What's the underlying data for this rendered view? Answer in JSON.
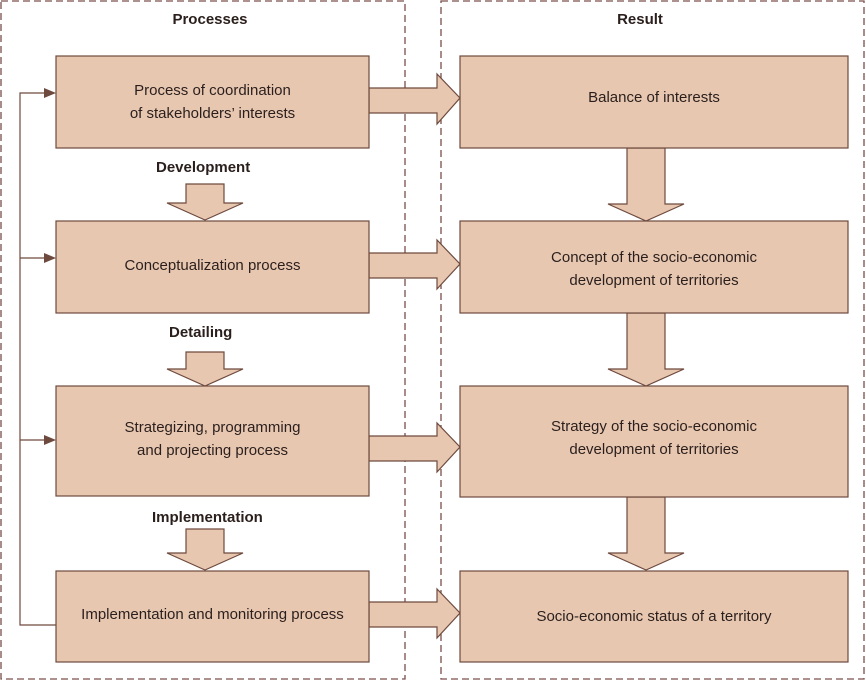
{
  "headers": {
    "processes": "Processes",
    "result": "Result"
  },
  "processes": [
    {
      "text": "Process of coordination\nof stakeholders’ interests"
    },
    {
      "text": "Conceptualization process"
    },
    {
      "text": "Strategizing, programming\nand projecting process"
    },
    {
      "text": "Implementation and monitoring process"
    }
  ],
  "transitions": [
    {
      "label": "Development"
    },
    {
      "label": "Detailing"
    },
    {
      "label": "Implementation"
    }
  ],
  "results": [
    {
      "text": "Balance of interests"
    },
    {
      "text": "Concept of the socio-economic\ndevelopment of territories"
    },
    {
      "text": "Strategy of the socio-economic\ndevelopment of territories"
    },
    {
      "text": "Socio-economic status of a territory"
    }
  ],
  "colors": {
    "box_fill": "#e8c7b1",
    "stroke": "#6e4a3e",
    "frame": "#7a4f4a"
  }
}
